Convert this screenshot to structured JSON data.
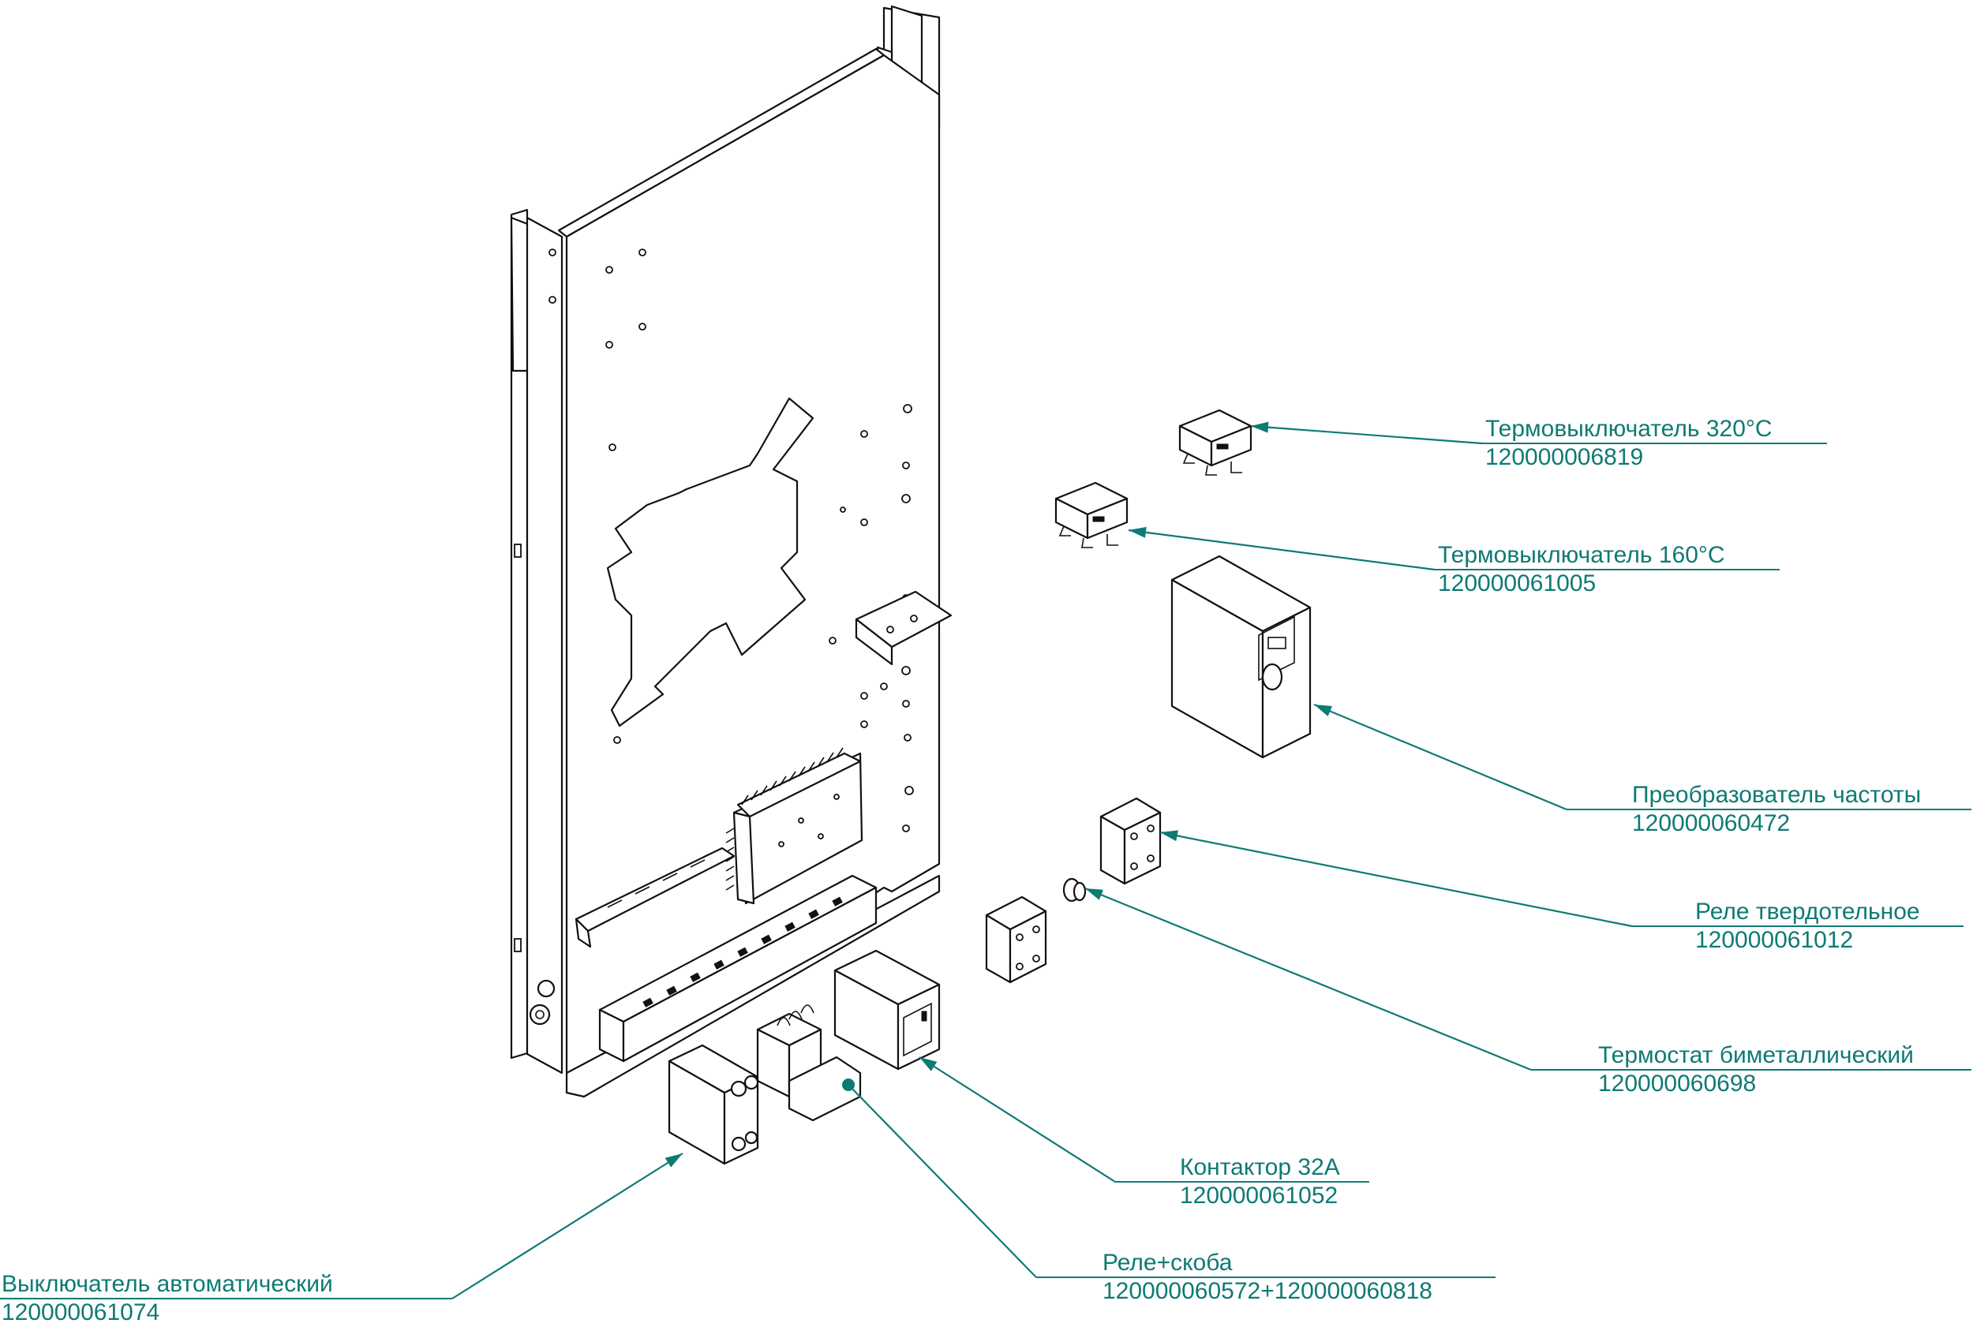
{
  "accent_color": "#0e7a74",
  "callouts": [
    {
      "name": "Термовыключатель 320°C",
      "code": "120000006819"
    },
    {
      "name": "Термовыключатель 160°C",
      "code": "120000061005"
    },
    {
      "name": "Преобразователь частоты",
      "code": "120000060472"
    },
    {
      "name": "Реле твердотельное",
      "code": "120000061012"
    },
    {
      "name": "Термостат биметаллический",
      "code": "120000060698"
    },
    {
      "name": "Контактор 32А",
      "code": "120000061052"
    },
    {
      "name": "Реле+скоба",
      "code": "120000060572+120000060818"
    },
    {
      "name": "Выключатель автоматический",
      "code": "120000061074"
    }
  ]
}
